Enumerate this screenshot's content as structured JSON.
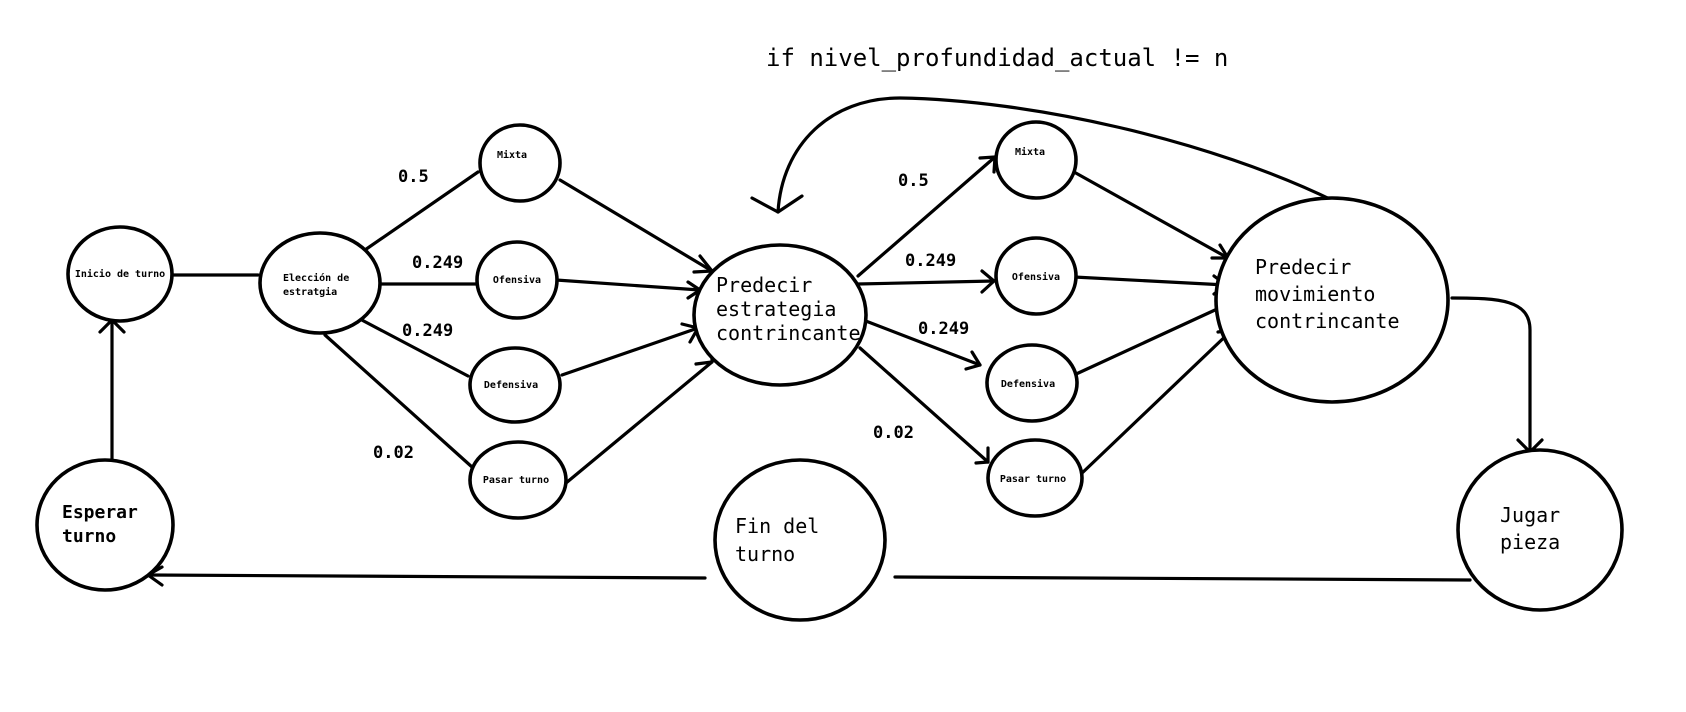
{
  "condition_label": "if nivel_profundidad_actual != n",
  "nodes": {
    "inicio": "Inicio de turno",
    "eleccion": [
      "Elección de",
      "estratgia"
    ],
    "s1_mixta": "Mixta",
    "s1_ofensiva": "Ofensiva",
    "s1_defensiva": "Defensiva",
    "s1_pasar": "Pasar turno",
    "predecir_estrategia": [
      "Predecir",
      "estrategia",
      "contrincante"
    ],
    "s2_mixta": "Mixta",
    "s2_ofensiva": "Ofensiva",
    "s2_defensiva": "Defensiva",
    "s2_pasar": "Pasar turno",
    "predecir_movimiento": [
      "Predecir",
      "movimiento",
      "contrincante"
    ],
    "jugar": [
      "Jugar",
      "pieza"
    ],
    "fin": [
      "Fin del",
      "turno"
    ],
    "esperar": [
      "Esperar",
      "turno"
    ]
  },
  "probabilities": {
    "first": [
      "0.5",
      "0.249",
      "0.249",
      "0.02"
    ],
    "second": [
      "0.5",
      "0.249",
      "0.249",
      "0.02"
    ]
  }
}
